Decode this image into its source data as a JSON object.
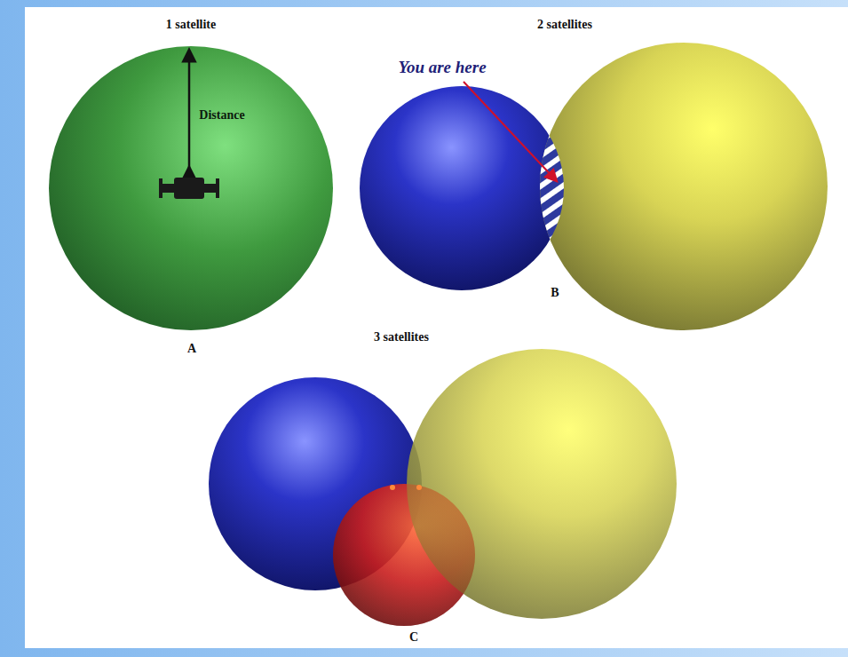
{
  "diagram": {
    "labels": [
      "1 satellite",
      "Distance",
      "A",
      "2 satellites",
      "You are here",
      "B",
      "3 satellites",
      "C"
    ]
  }
}
